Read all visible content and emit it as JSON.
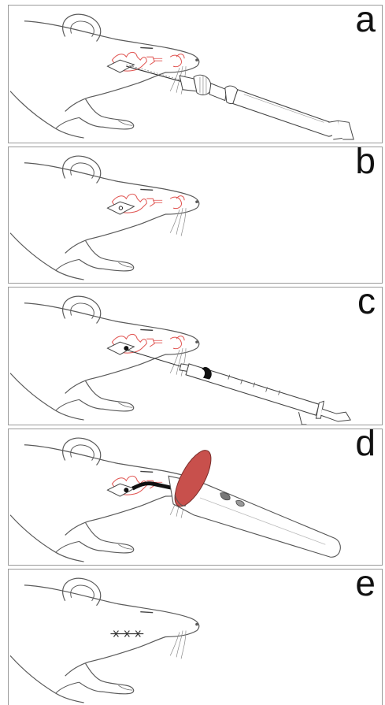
{
  "panels": [
    {
      "label": "a"
    },
    {
      "label": "b"
    },
    {
      "label": "c"
    },
    {
      "label": "d"
    },
    {
      "label": "e"
    }
  ],
  "colors": {
    "outline": "#5a5a5a",
    "incision": "#e0524f",
    "curing_lamp_disc": "#c8504c",
    "instrument_fill": "#ffffff"
  },
  "icons": [
    "mouse-outline",
    "dental-drill",
    "syringe",
    "curing-light",
    "suture"
  ]
}
